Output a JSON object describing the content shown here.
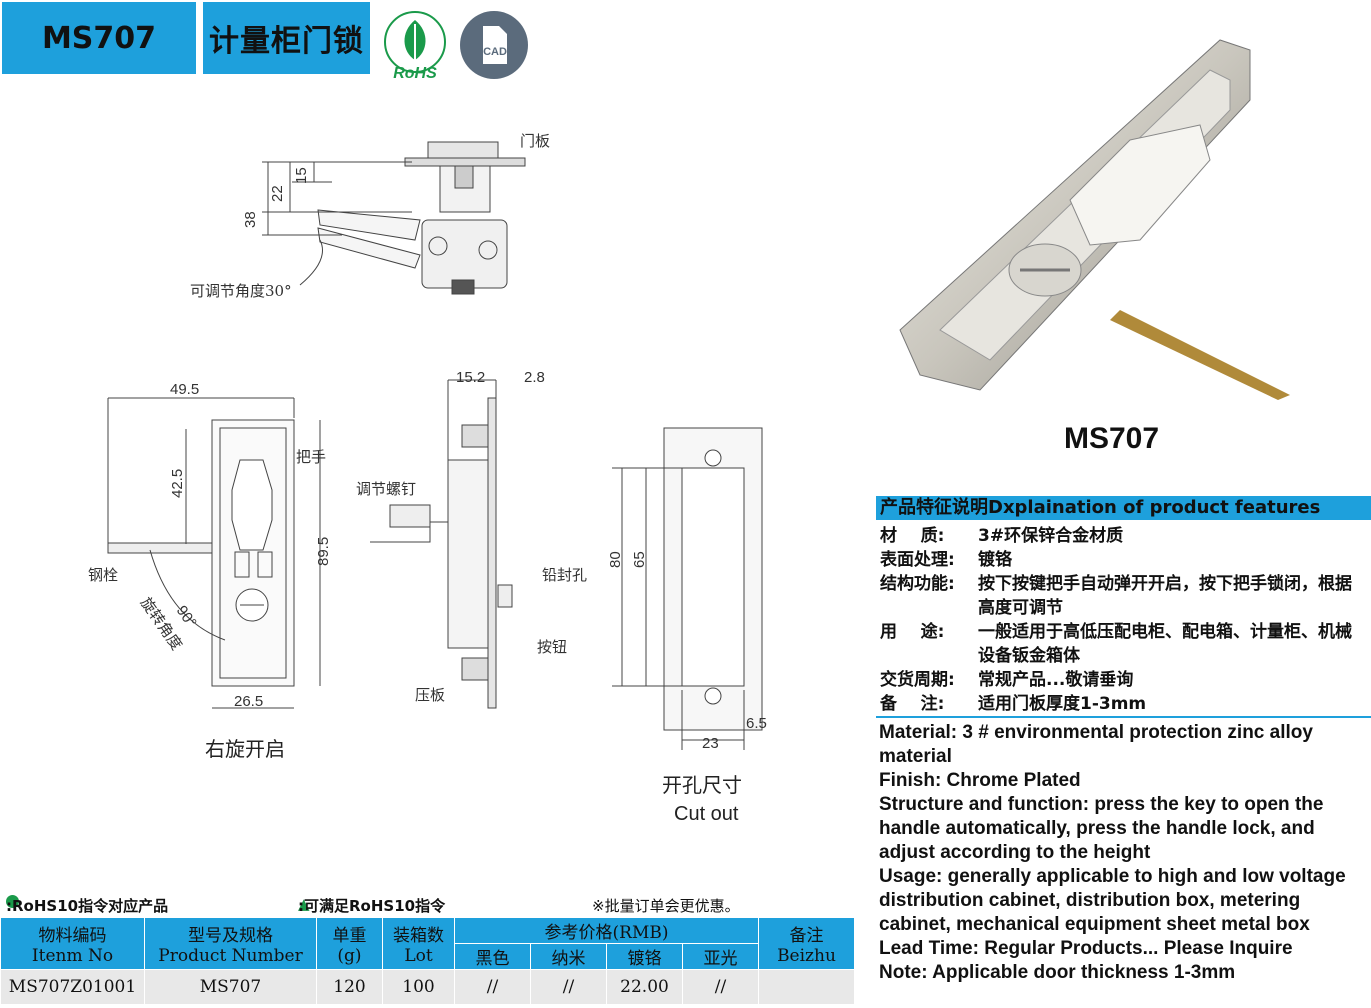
{
  "header": {
    "model": "MS707",
    "title": "计量柜门锁",
    "rohs_badge": "RoHS",
    "cad_badge": "CAD"
  },
  "drawing": {
    "top_view": {
      "dims": [
        "38",
        "22",
        "15"
      ],
      "labels": [
        "门板",
        "可调节角度30°"
      ]
    },
    "front_view": {
      "dims": [
        "49.5",
        "42.5",
        "89.5",
        "26.5",
        "90°"
      ],
      "labels": [
        "把手",
        "钢栓",
        "旋转角度"
      ],
      "caption": "右旋开启"
    },
    "side_view": {
      "dims": [
        "15.2",
        "2.8"
      ],
      "labels": [
        "调节螺钉",
        "铅封孔",
        "按钮",
        "压板"
      ]
    },
    "cutout": {
      "dims": [
        "80",
        "65",
        "23",
        "6.5"
      ],
      "caption_cn": "开孔尺寸",
      "caption_en": "Cut out"
    }
  },
  "product": {
    "model_label": "MS707"
  },
  "features": {
    "title": "产品特征说明Dxplaination of product features",
    "cn": [
      {
        "key": "材    质:",
        "value": "3#环保锌合金材质"
      },
      {
        "key": "表面处理:",
        "value": "镀铬"
      },
      {
        "key": "结构功能:",
        "value": "按下按键把手自动弹开开启，按下把手锁闭，根据高度可调节"
      },
      {
        "key": "用    途:",
        "value": "一般适用于高低压配电柜、配电箱、计量柜、机械设备钣金箱体"
      },
      {
        "key": "交货周期:",
        "value": "常规产品...敬请垂询"
      },
      {
        "key": "备    注:",
        "value": "适用门板厚度1-3mm"
      }
    ],
    "en": [
      "Material: 3 # environmental protection zinc alloy material",
      "Finish: Chrome Plated",
      "Structure and function: press the key to open the handle automatically, press the handle lock, and adjust according to the height",
      "Usage: generally applicable to high and low voltage distribution cabinet, distribution box, metering cabinet, mechanical equipment sheet metal box",
      "Lead Time: Regular Products... Please Inquire",
      "Note: Applicable door thickness 1-3mm"
    ]
  },
  "legend": {
    "rohs10": ":RoHS10指令对应产品",
    "rohs10_ok": ":可满足RoHS10指令",
    "bulk": "※批量订单会更优惠。"
  },
  "table": {
    "headers": {
      "item_cn": "物料编码",
      "item_en": "Itenm No",
      "model_cn": "型号及规格",
      "model_en": "Product Number",
      "weight_cn": "单重",
      "weight_en": "(g)",
      "lot_cn": "装箱数",
      "lot_en": "Lot",
      "price": "参考价格(RMB)",
      "price_cols": [
        "黑色",
        "纳米",
        "镀铬",
        "亚光"
      ],
      "note_cn": "备注",
      "note_en": "Beizhu"
    },
    "row": {
      "item": "MS707Z01001",
      "model": "MS707",
      "weight": "120",
      "lot": "100",
      "black": "//",
      "nano": "//",
      "chrome": "22.00",
      "matte": "//",
      "note": ""
    }
  },
  "colors": {
    "accent": "#1ea0dc",
    "rohs_green": "#1a9a4a"
  }
}
